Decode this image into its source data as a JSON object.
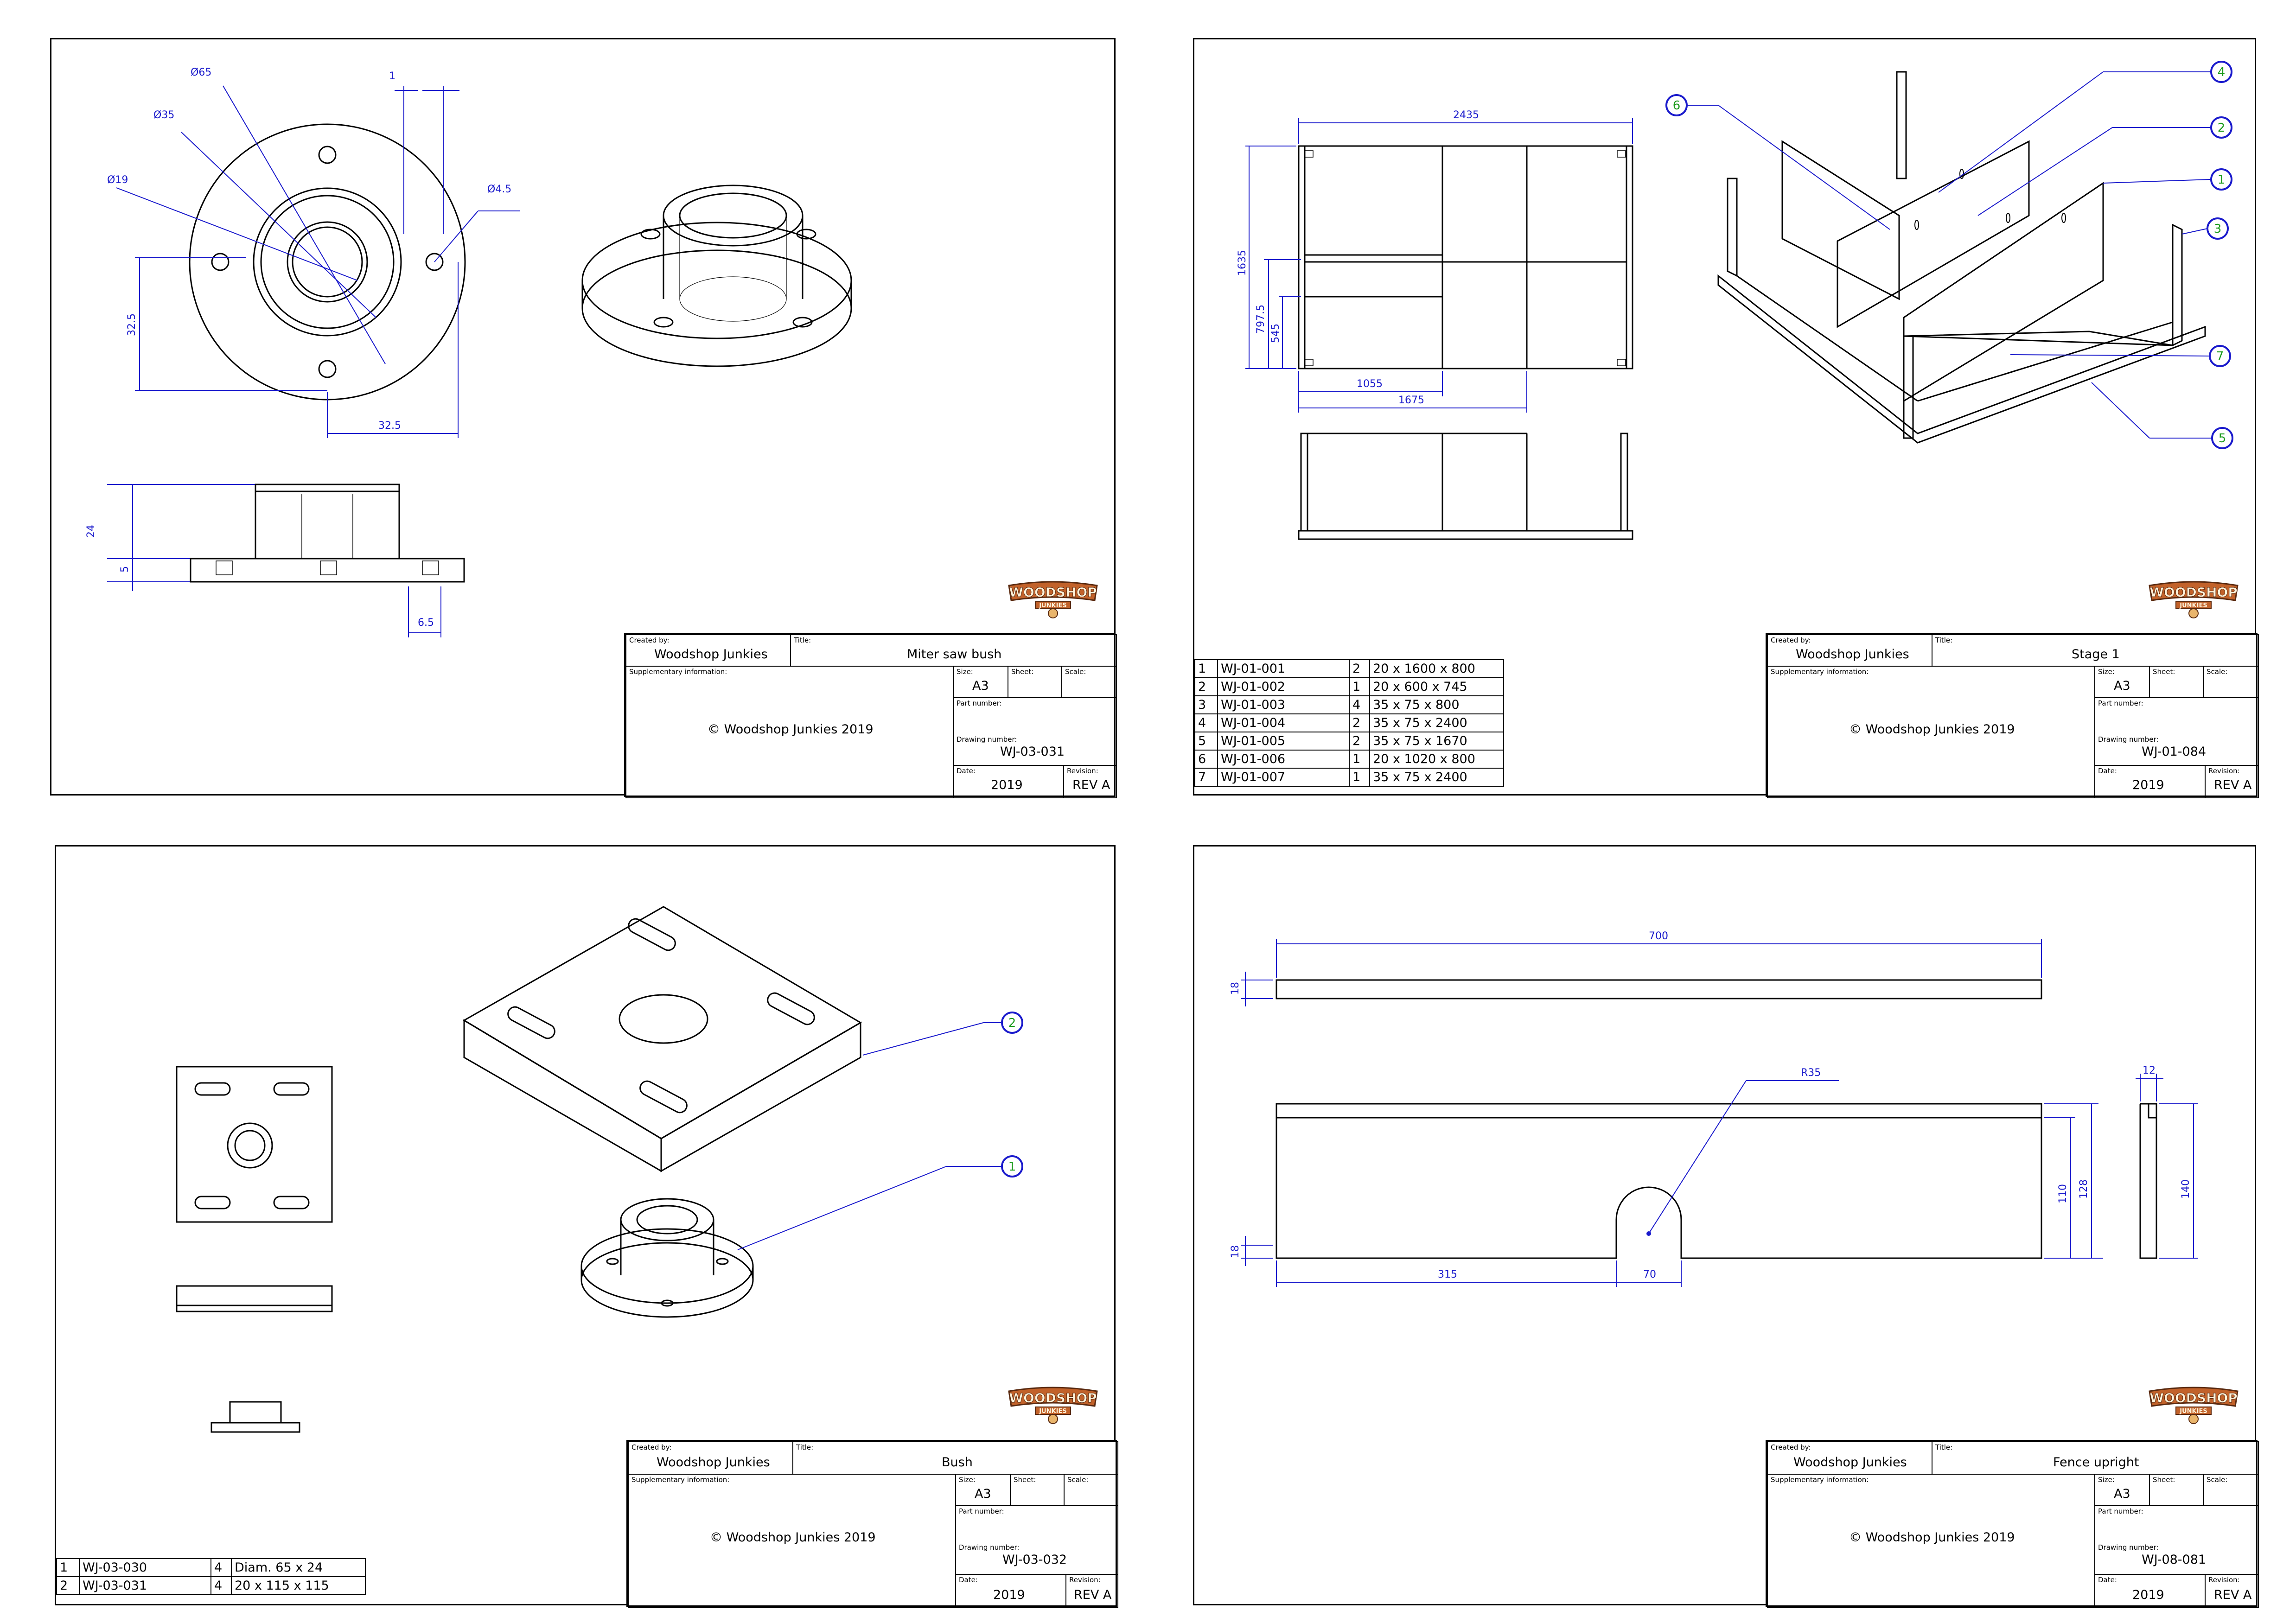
{
  "labels": {
    "created_by": "Created by:",
    "title": "Title:",
    "supplementary": "Supplementary information:",
    "size": "Size:",
    "sheet": "Sheet:",
    "scale": "Scale:",
    "part_number": "Part number:",
    "drawing_number": "Drawing number:",
    "date": "Date:",
    "revision": "Revision:"
  },
  "logo": {
    "line1": "WOODSHOP",
    "line2": "JUNKIES"
  },
  "sheets": [
    {
      "created_by": "Woodshop Junkies",
      "title": "Miter saw bush",
      "supplementary": "© Woodshop Junkies 2019",
      "size": "A3",
      "drawing_number": "WJ-03-031",
      "date": "2019",
      "revision": "REV A",
      "dims": [
        "Ø65",
        "1",
        "Ø35",
        "Ø19",
        "Ø4.5",
        "32.5",
        "32.5",
        "24",
        "5",
        "6.5"
      ]
    },
    {
      "created_by": "Woodshop Junkies",
      "title": "Stage 1",
      "supplementary": "© Woodshop Junkies 2019",
      "size": "A3",
      "drawing_number": "WJ-01-084",
      "date": "2019",
      "revision": "REV A",
      "dims": [
        "2435",
        "1635",
        "797.5",
        "545",
        "1055",
        "1675"
      ],
      "balloons": [
        "4",
        "6",
        "2",
        "1",
        "3",
        "7",
        "5"
      ],
      "bom": [
        [
          "1",
          "WJ-01-001",
          "2",
          "20 x 1600 x 800"
        ],
        [
          "2",
          "WJ-01-002",
          "1",
          "20 x 600 x 745"
        ],
        [
          "3",
          "WJ-01-003",
          "4",
          "35 x 75 x 800"
        ],
        [
          "4",
          "WJ-01-004",
          "2",
          "35 x 75 x 2400"
        ],
        [
          "5",
          "WJ-01-005",
          "2",
          "35 x 75 x 1670"
        ],
        [
          "6",
          "WJ-01-006",
          "1",
          "20 x 1020 x 800"
        ],
        [
          "7",
          "WJ-01-007",
          "1",
          "35 x 75 x 2400"
        ]
      ]
    },
    {
      "created_by": "Woodshop Junkies",
      "title": "Bush",
      "supplementary": "© Woodshop Junkies 2019",
      "size": "A3",
      "drawing_number": "WJ-03-032",
      "date": "2019",
      "revision": "REV A",
      "balloons": [
        "2",
        "1"
      ],
      "bom": [
        [
          "1",
          "WJ-03-030",
          "4",
          "Diam. 65 x 24"
        ],
        [
          "2",
          "WJ-03-031",
          "4",
          "20 x 115 x 115"
        ]
      ]
    },
    {
      "created_by": "Woodshop Junkies",
      "title": "Fence upright",
      "supplementary": "© Woodshop Junkies 2019",
      "size": "A3",
      "drawing_number": "WJ-08-081",
      "date": "2019",
      "revision": "REV A",
      "dims": [
        "700",
        "18",
        "R35",
        "12",
        "110",
        "128",
        "140",
        "18",
        "315",
        "70"
      ]
    }
  ]
}
